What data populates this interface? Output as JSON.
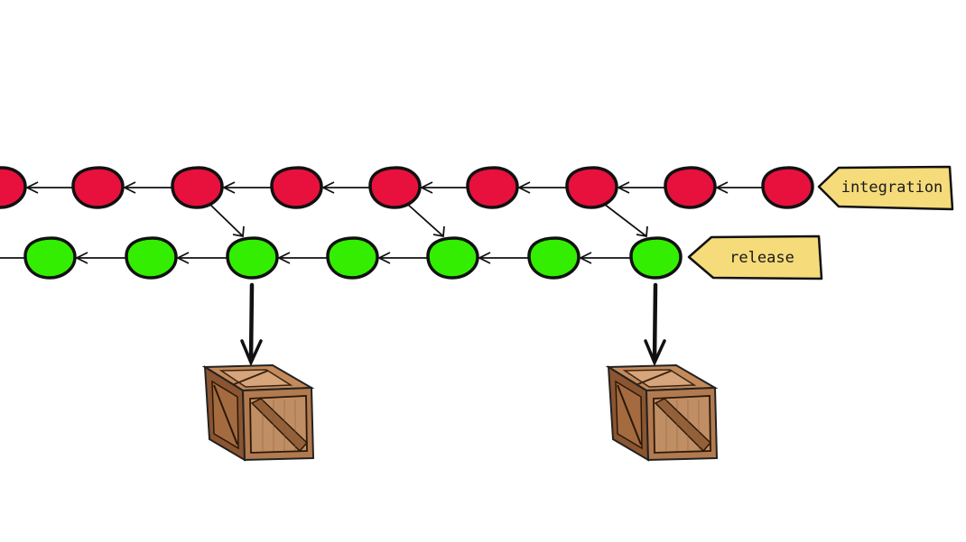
{
  "branches": {
    "integration": {
      "label": "integration",
      "color": "#e8103c",
      "commit_count": 9
    },
    "release": {
      "label": "release",
      "color": "#33ee00",
      "commit_count": 7
    }
  },
  "merges": [
    {
      "from_integration_commit": 2,
      "to_release_commit": 2
    },
    {
      "from_integration_commit": 4,
      "to_release_commit": 4
    },
    {
      "from_integration_commit": 6,
      "to_release_commit": 6
    }
  ],
  "releases": [
    {
      "from_release_commit": 2,
      "artifact": "crate"
    },
    {
      "from_release_commit": 6,
      "artifact": "crate"
    }
  ],
  "colors": {
    "tag_fill": "#f5db7a",
    "outline": "#111111",
    "wood_dark": "#8a5530",
    "wood_light": "#b27a4f"
  }
}
